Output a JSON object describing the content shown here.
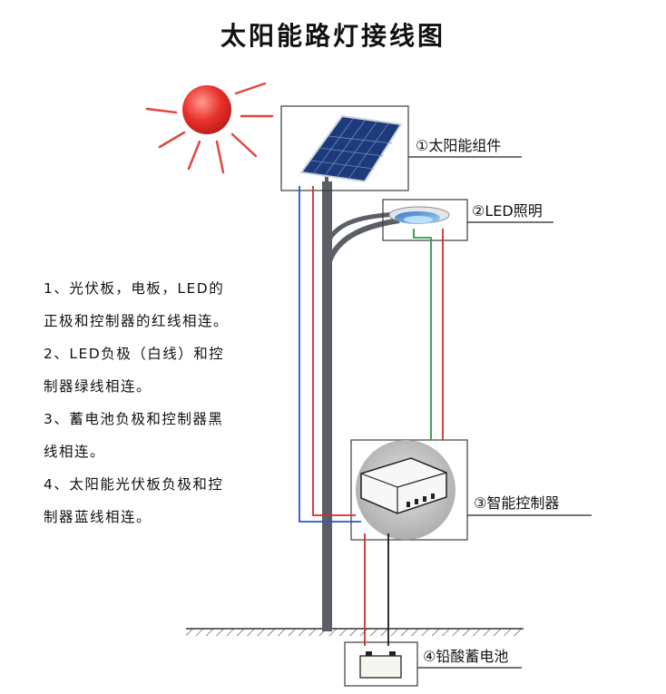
{
  "title": "太阳能路灯接线图",
  "components": {
    "solar": "①太阳能组件",
    "led": "②LED照明",
    "controller": "③智能控制器",
    "battery": "④铅酸蓄电池"
  },
  "notes": [
    [
      "1、光伏板，电板，LED的",
      "正极和控制器的红线相连。"
    ],
    [
      "2、LED负极（白线）和控",
      "制器绿线相连。"
    ],
    [
      "3、蓄电池负极和控制器黑",
      "线相连。"
    ],
    [
      "4、太阳能光伏板负极和控",
      "制器蓝线相连。"
    ]
  ],
  "colors": {
    "red_wire": "#d42a2a",
    "blue_wire": "#2a56c8",
    "black_wire": "#1a1a1a",
    "green_wire": "#2e9a4a",
    "pole": "#5a5f66",
    "sun": "#e8312b",
    "sun_rays": "#e2483f",
    "panel": "#1d3a7a",
    "box_border": "#3c3c3c"
  }
}
